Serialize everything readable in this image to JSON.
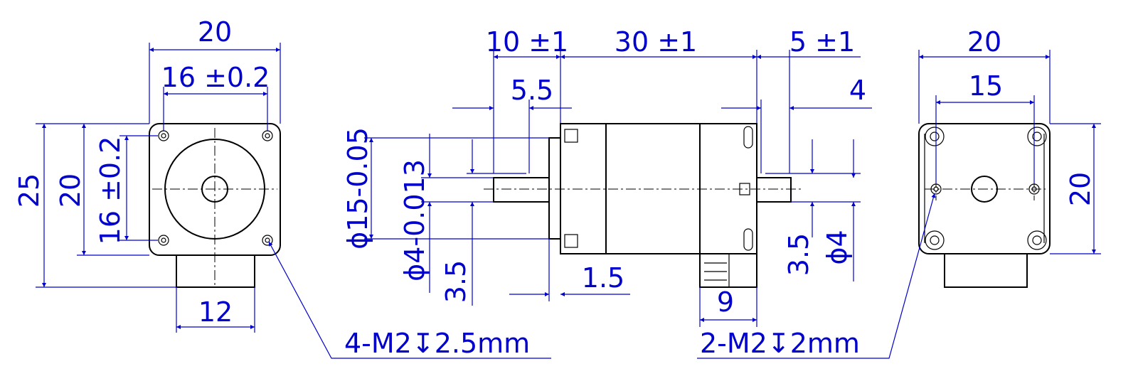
{
  "dimensions": {
    "front_width": "20",
    "front_hole_spacing_h": "16 ±0.2",
    "front_height_total": "25",
    "front_height_body": "20",
    "front_hole_spacing_v": "16 ±0.2",
    "front_boss_width": "12",
    "side_front_length": "10 ±1",
    "side_body_length": "30 ±1",
    "side_rear_length": "5 ±1",
    "side_flat_length": "5.5",
    "side_rear_flat": "4",
    "side_pilot_dia": "ϕ15-0.05",
    "side_shaft_dia": "ϕ4-0.013",
    "side_flat_depth": "3.5",
    "side_pilot_depth": "1.5",
    "side_rear_flat_depth": "3.5",
    "side_rear_shaft_dia": "ϕ4",
    "side_gearbox_length": "9",
    "rear_width": "20",
    "rear_hole_spacing": "15",
    "rear_height": "20"
  },
  "callouts": {
    "front_holes": "4-M2↧2.5mm",
    "rear_holes": "2-M2↧2mm"
  },
  "colors": {
    "dimension": "#0000cc",
    "part": "#000000"
  }
}
